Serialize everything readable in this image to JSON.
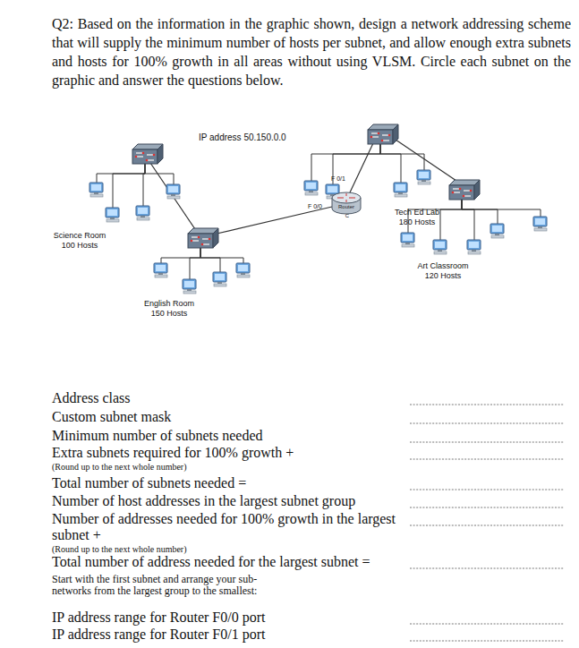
{
  "diagram": {
    "title": "Q2: Based on the information in the graphic shown, design a network addressing scheme that will supply the minimum number of hosts per subnet, and allow enough extra subnets and hosts for 100% growth in all areas without using VLSM. Circle each subnet on the graphic and answer the questions below.",
    "nodes": [
      {
        "text": [
          "Router"
        ]
      }
    ],
    "labels": [
      "IP address 50.150.0.0",
      "F 0/1",
      "F 0/0",
      "C",
      "Tech Ed Lab 180 Hosts",
      "Science Room 100 Hosts",
      "Art Classroom 120 Hosts",
      "English Room 150 Hosts",
      "Address class",
      "Custom subnet mask",
      "Minimum number of subnets needed",
      "Extra subnets required for 100% growth +",
      "(Round up to the next whole number)",
      "Total number of subnets needed =",
      "Number of host addresses in the largest subnet group",
      "Number of addresses needed for 100% growth in the largest subnet +",
      "(Round up to the next whole number)",
      "Total number of address needed for the largest subnet =",
      "Start with the first subnet and arrange your sub-networks from the largest group to the smallest:",
      "IP address range for Router F0/0 port",
      "IP address range for Router F0/1 port"
    ]
  }
}
